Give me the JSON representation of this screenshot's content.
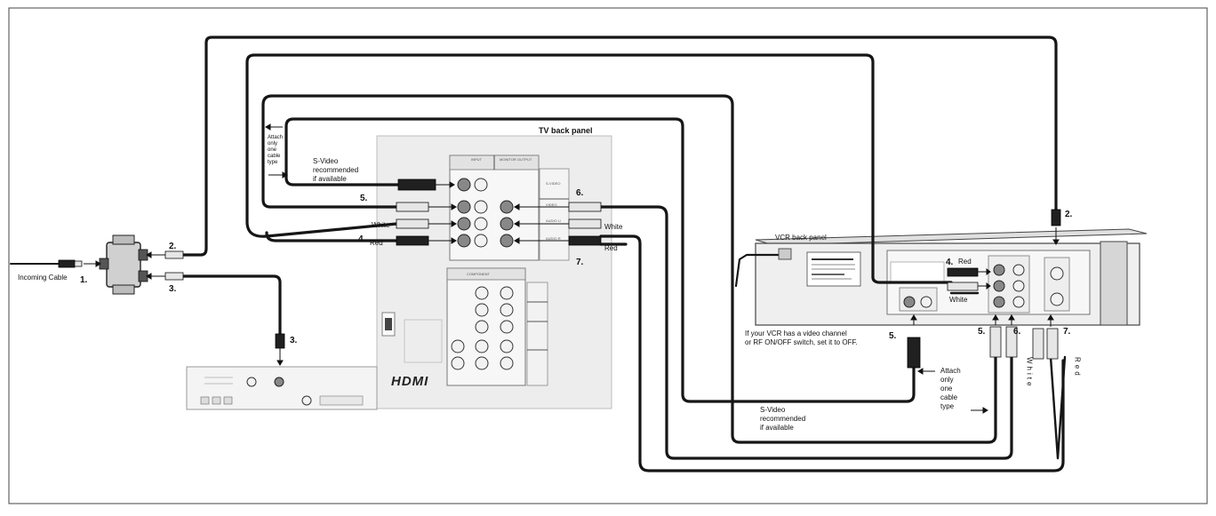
{
  "labels": {
    "tv_back_panel": "TV back panel",
    "vcr_back_panel": "VCR back panel",
    "incoming_cable": "Incoming Cable",
    "svideo_left": [
      "S-Video",
      "recommended",
      "if available"
    ],
    "attach_left": [
      "Attach",
      "only",
      "one",
      "cable",
      "type"
    ],
    "svideo_right": [
      "S-Video",
      "recommended",
      "if available"
    ],
    "attach_right": [
      "Attach",
      "only",
      "one",
      "cable",
      "type"
    ],
    "vcr_note": [
      "If your VCR has a video channel",
      "or RF ON/OFF switch, set it to OFF."
    ],
    "white_tv_left": "White",
    "red_tv_left": "Red",
    "white_tv_right": "White",
    "red_tv_right": "Red",
    "red_vcr": "Red",
    "white_vcr": "White",
    "white_vertical": "White",
    "red_vertical": "Red",
    "hdmi_logo": "HDMI"
  },
  "steps": {
    "s1": "1.",
    "s2_splitter": "2.",
    "s3_splitter": "3.",
    "s3_box": "3.",
    "s4_tv": "4.",
    "s5_tv": "5.",
    "s6_tv": "6.",
    "s7_tv": "7.",
    "s2_vcr": "2.",
    "s4_vcr": "4.",
    "s5_vcr": "5.",
    "s5_vcr_b": "5.",
    "s6_vcr": "6.",
    "s7_vcr": "7."
  }
}
